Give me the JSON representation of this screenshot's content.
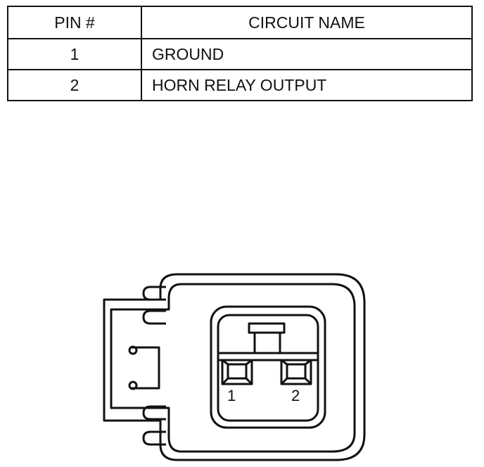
{
  "table": {
    "headers": {
      "pin": "PIN #",
      "circuit": "CIRCUIT NAME"
    },
    "rows": [
      {
        "pin": "1",
        "circuit": "GROUND"
      },
      {
        "pin": "2",
        "circuit": "HORN RELAY OUTPUT"
      }
    ]
  },
  "connector": {
    "pin_labels": [
      "1",
      "2"
    ]
  }
}
